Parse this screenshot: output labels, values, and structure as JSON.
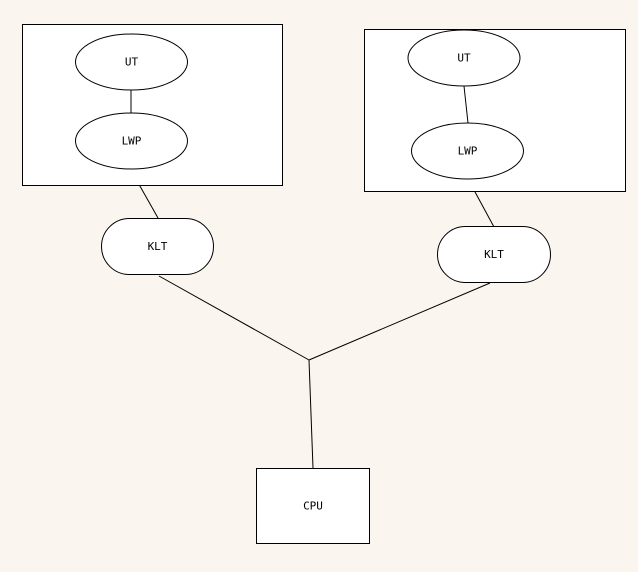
{
  "diagram": {
    "background": "#faf6ef",
    "groups": {
      "left": {
        "ut": "UT",
        "lwp": "LWP",
        "klt": "KLT"
      },
      "right": {
        "ut": "UT",
        "lwp": "LWP",
        "klt": "KLT"
      }
    },
    "cpu": "CPU"
  }
}
